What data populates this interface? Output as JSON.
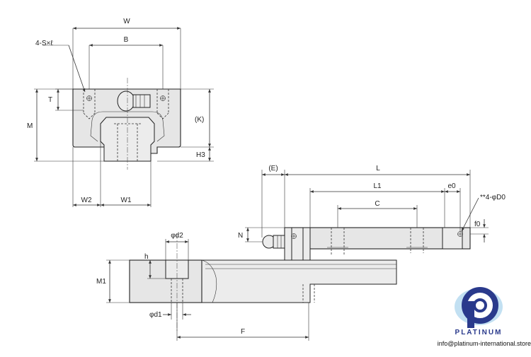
{
  "labels": {
    "W": "W",
    "B": "B",
    "S": "4-S×ℓ",
    "T": "T",
    "M": "M",
    "K": "(K)",
    "H3": "H3",
    "W2": "W2",
    "W1": "W1",
    "E": "(E)",
    "L": "L",
    "L1": "L1",
    "e0": "e0",
    "D0": "**4-φD0",
    "C": "C",
    "N": "N",
    "f0": "f0",
    "d2": "φd2",
    "h": "h",
    "M1": "M1",
    "d1": "φd1",
    "F": "F"
  },
  "logo": {
    "icon": "platinum-p-icon",
    "brand": "PLATINUM",
    "email": "info@platinum-international.store",
    "colors": {
      "blue": "#2a3a8c",
      "light": "#8fc6e8"
    }
  }
}
